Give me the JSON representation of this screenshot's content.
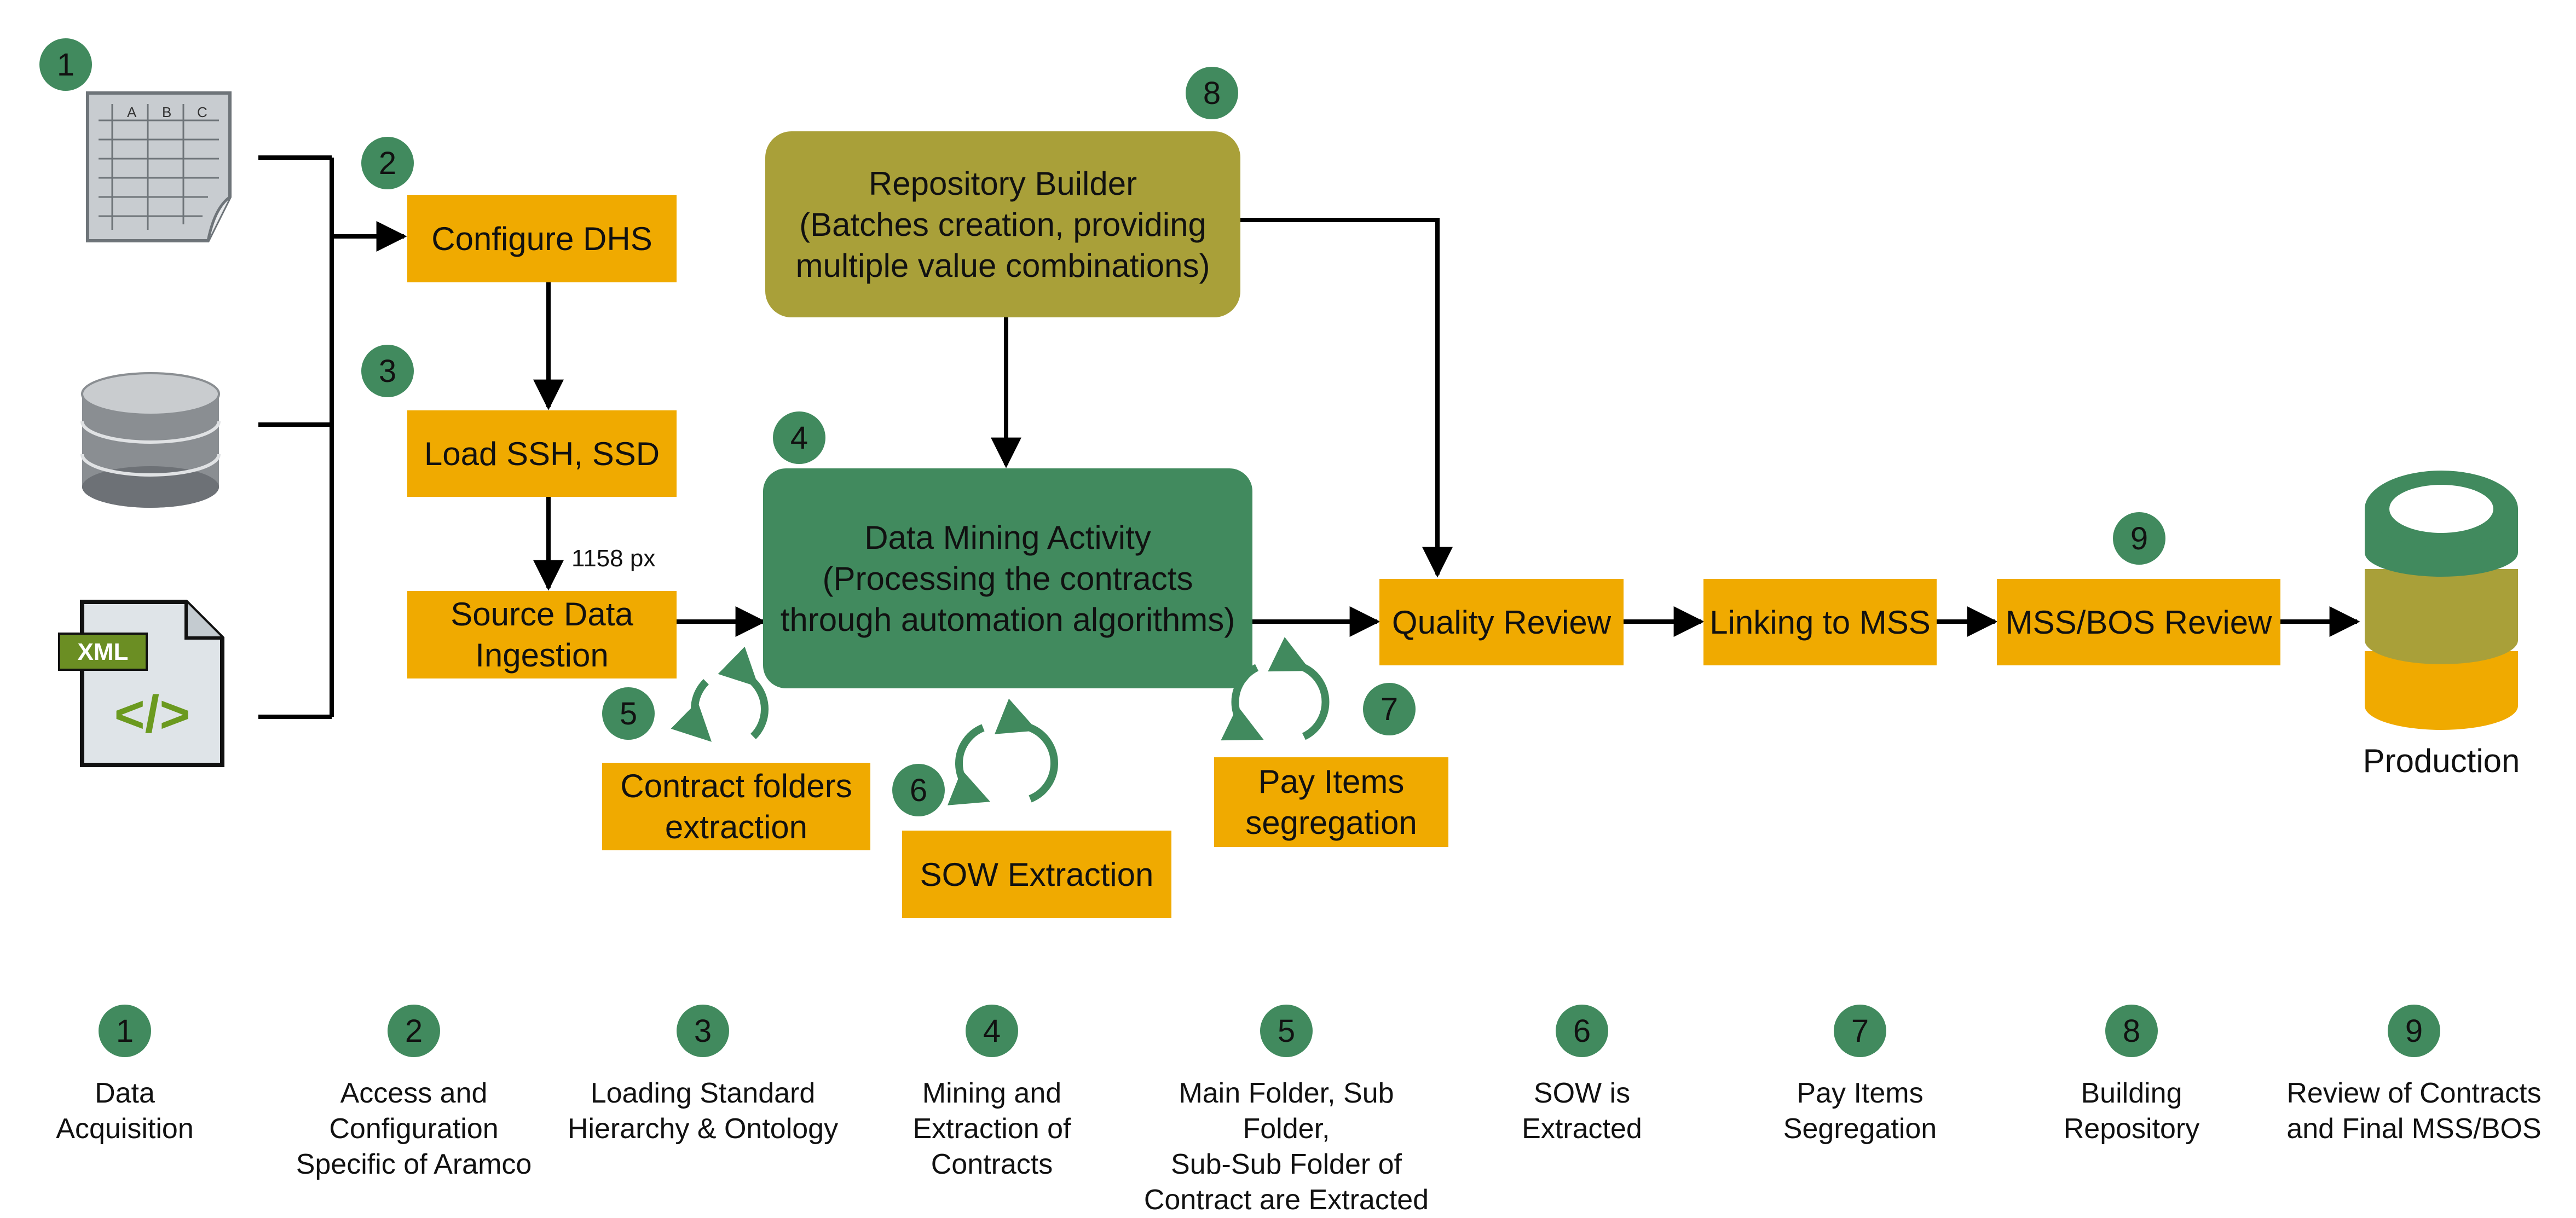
{
  "steps": {
    "configure_dhs": "Configure DHS",
    "load_ssh_ssd": "Load SSH, SSD",
    "source_data_ingestion": "Source Data\nIngestion",
    "repository_builder": "Repository Builder\n(Batches creation, providing\nmultiple value combinations)",
    "data_mining": "Data Mining Activity\n(Processing the contracts\nthrough automation algorithms)",
    "quality_review": "Quality Review",
    "linking_mss": "Linking to MSS",
    "mss_bos_review": "MSS/BOS Review",
    "contract_folders": "Contract folders\nextraction",
    "sow_extraction": "SOW Extraction",
    "pay_items": "Pay Items\nsegregation",
    "production": "Production"
  },
  "annotation": "1158 px",
  "source_icons": {
    "spreadsheet_letters": [
      "A",
      "B",
      "C"
    ],
    "xml_tag": "XML",
    "xml_code": "</>"
  },
  "badges": {
    "b1": "1",
    "b2": "2",
    "b3": "3",
    "b4": "4",
    "b5": "5",
    "b6": "6",
    "b7": "7",
    "b8": "8",
    "b9": "9"
  },
  "legend": [
    {
      "num": "1",
      "text": "Data\nAcquisition"
    },
    {
      "num": "2",
      "text": "Access and\nConfiguration\nSpecific of Aramco"
    },
    {
      "num": "3",
      "text": "Loading Standard\nHierarchy & Ontology"
    },
    {
      "num": "4",
      "text": "Mining and\nExtraction of\nContracts"
    },
    {
      "num": "5",
      "text": "Main Folder, Sub Folder,\nSub-Sub Folder of\nContract are Extracted"
    },
    {
      "num": "6",
      "text": "SOW is\nExtracted"
    },
    {
      "num": "7",
      "text": "Pay Items\nSegregation"
    },
    {
      "num": "8",
      "text": "Building\nRepository"
    },
    {
      "num": "9",
      "text": "Review of Contracts\nand Final MSS/BOS"
    }
  ],
  "colors": {
    "orange": "#f0aa00",
    "olive": "#a9a039",
    "green": "#418a5e",
    "line": "#000000"
  }
}
